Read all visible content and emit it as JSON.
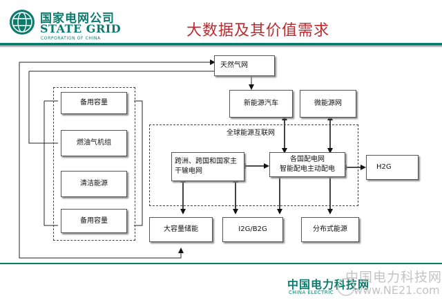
{
  "header": {
    "logo_cn": "国家电网公司",
    "logo_en": "STATE GRID",
    "logo_sub": "CORPORATION OF CHINA",
    "title": "大数据及其价值需求"
  },
  "left_group": {
    "items": [
      "备用容量",
      "燃油气机组",
      "清洁能源",
      "备用容量"
    ]
  },
  "top": {
    "natural_gas": "天然气网",
    "ev": "新能源汽车",
    "micro_grid": "微能源网"
  },
  "global_net": {
    "label": "全球能源互联网",
    "backbone": "跨洲、跨国和国家主干输电网",
    "distribution": "各国配电网\n智能配电主动配电",
    "h2g": "H2G"
  },
  "bottom": {
    "storage": "大容量储能",
    "i2g": "I2G/B2G",
    "distributed": "分布式能源"
  },
  "footer": {
    "cn": "中国电力科技网",
    "en": "CHINA ELECTRIC",
    "watermark_cn": "中国电力科技网",
    "watermark_url": "www.NE21.com"
  },
  "colors": {
    "brand": "#0a7b6c",
    "title": "#c0282d"
  }
}
